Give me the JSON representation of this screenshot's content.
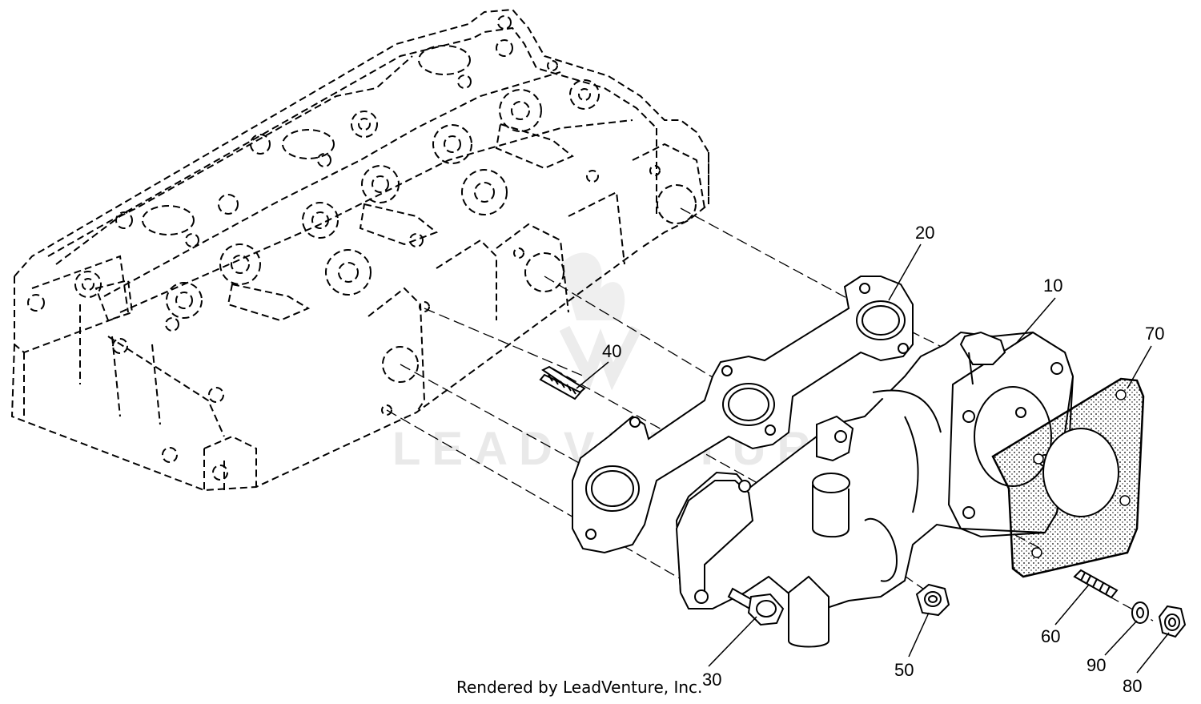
{
  "diagram": {
    "watermark": "LEADVENTURE",
    "footer": "Rendered by LeadVenture, Inc.",
    "callouts": {
      "p10": "10",
      "p20": "20",
      "p30": "30",
      "p40": "40",
      "p50": "50",
      "p60": "60",
      "p70": "70",
      "p80": "80",
      "p90": "90"
    }
  }
}
